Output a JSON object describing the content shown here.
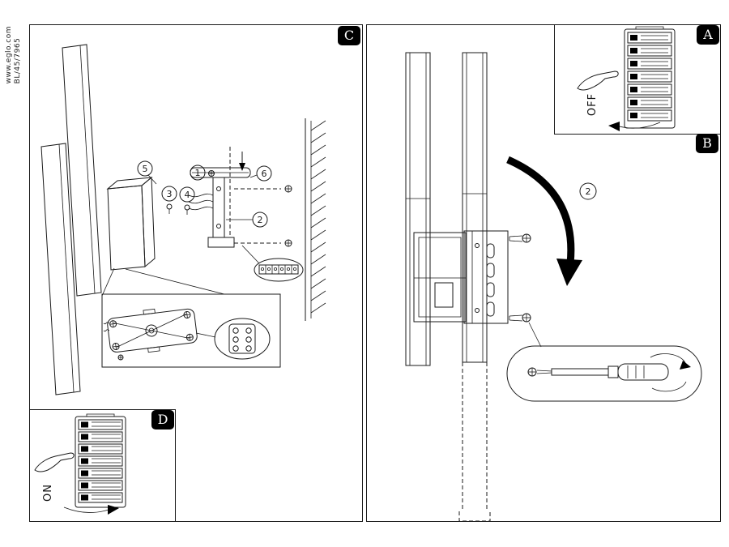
{
  "meta": {
    "website": "www.eglo.com",
    "model": "BL/45/7965"
  },
  "panels": {
    "a": {
      "label": "A",
      "switch_state": "OFF"
    },
    "b": {
      "label": "B",
      "rotate_callout": "2"
    },
    "c": {
      "label": "C",
      "callouts": {
        "c1": "1",
        "c2": "2",
        "c3": "3",
        "c4": "4",
        "c5": "5",
        "c6": "6"
      }
    },
    "d": {
      "label": "D",
      "switch_state": "ON"
    }
  }
}
